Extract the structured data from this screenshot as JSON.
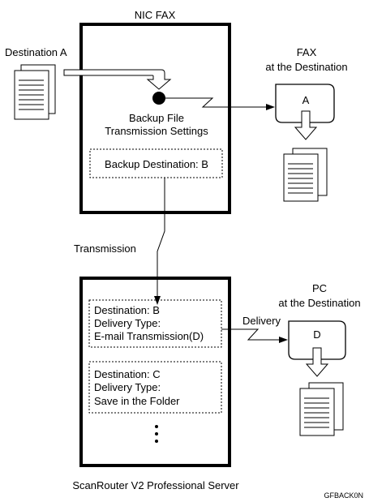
{
  "nic_fax": {
    "title": "NIC FAX",
    "backup_title_line1": "Backup File",
    "backup_title_line2": "Transmission Settings",
    "backup_destination": "Backup Destination: B"
  },
  "source": {
    "label": "Destination A"
  },
  "fax_destination": {
    "line1": "FAX",
    "line2": "at the Destination",
    "letter": "A"
  },
  "transmission_label": "Transmission",
  "server": {
    "entry_b": {
      "line1": "Destination: B",
      "line2": "Delivery Type:",
      "line3": "E-mail Transmission(D)"
    },
    "entry_c": {
      "line1": "Destination: C",
      "line2": "Delivery Type:",
      "line3": "Save in the Folder"
    },
    "caption": "ScanRouter V2 Professional Server"
  },
  "delivery_label": "Delivery",
  "pc_destination": {
    "line1": "PC",
    "line2": "at the Destination",
    "letter": "D"
  },
  "figure_code": "GFBACK0N"
}
